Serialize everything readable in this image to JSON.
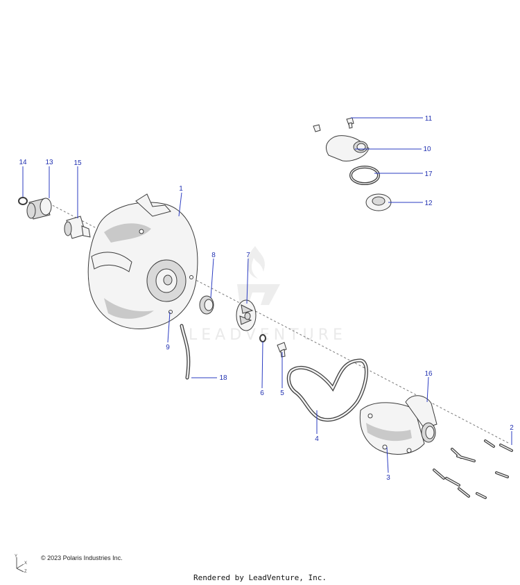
{
  "diagram": {
    "callouts": [
      "1",
      "2",
      "3",
      "4",
      "5",
      "6",
      "7",
      "8",
      "9",
      "10",
      "11",
      "12",
      "13",
      "14",
      "15",
      "16",
      "17",
      "18"
    ],
    "watermark_text": "LEADVENTURE",
    "triad_axes": [
      "Y",
      "X",
      "Z"
    ]
  },
  "footer": {
    "copyright": "© 2023 Polaris Industries Inc.",
    "rendered_by": "Rendered by LeadVenture, Inc."
  }
}
